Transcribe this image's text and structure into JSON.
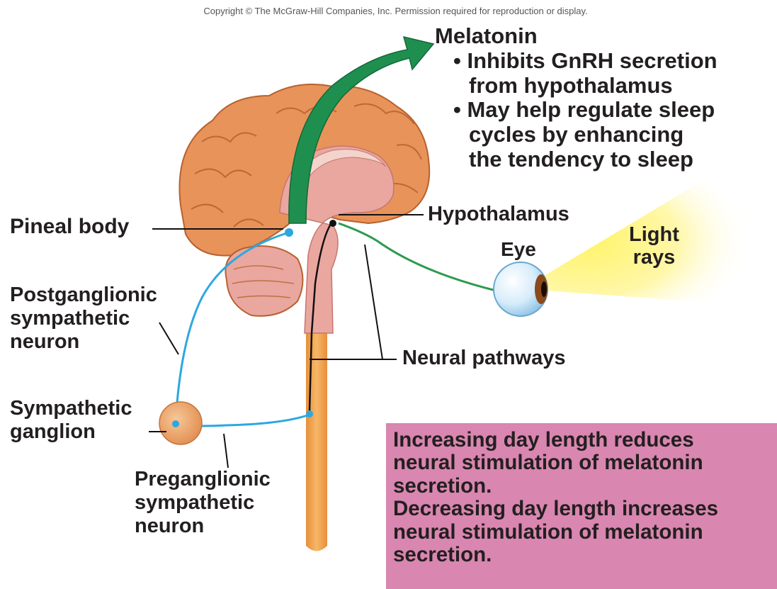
{
  "copyright": "Copyright © The McGraw-Hill Companies, Inc. Permission required for reproduction or display.",
  "melatonin": {
    "title": "Melatonin",
    "bullets": [
      [
        "• Inhibits GnRH secretion",
        "from hypothalamus"
      ],
      [
        "• May help regulate sleep",
        "cycles by enhancing",
        "the tendency to sleep"
      ]
    ]
  },
  "labels": {
    "pineal_body": "Pineal body",
    "hypothalamus": "Hypothalamus",
    "eye": "Eye",
    "light_rays": [
      "Light",
      "rays"
    ],
    "postganglionic": [
      "Postganglionic",
      "sympathetic",
      "neuron"
    ],
    "sympathetic_ganglion": [
      "Sympathetic",
      "ganglion"
    ],
    "preganglionic": [
      "Preganglionic",
      "sympathetic",
      "neuron"
    ],
    "neural_pathways": "Neural pathways"
  },
  "info_box": {
    "lines": [
      "Increasing day length reduces",
      "neural stimulation of melatonin",
      "secretion.",
      "Decreasing day length increases",
      "neural stimulation of melatonin",
      "secretion."
    ]
  },
  "colors": {
    "brain": "#e8935a",
    "brain_inner": "#e9a7a0",
    "spinal_cord": "#f0a24a",
    "sympathetic_neuron": "#2aa8e0",
    "retinal_pathway": "#2c9a4e",
    "arrow": "#1f8f4f",
    "info_box": "#d986b0",
    "light_rays": "#fff27a"
  }
}
